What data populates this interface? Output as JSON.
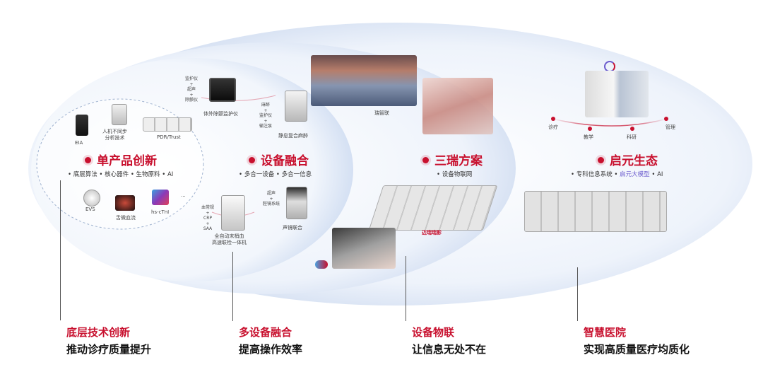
{
  "stages": [
    {
      "title": "单产品创新",
      "subtitle": "• 底层算法  • 核心器件  • 生物原料  • AI",
      "labels": {
        "eia": "EIA",
        "async_analysis": "人机不同步\n分析技术",
        "pdr": "PDR/Trust",
        "evs": "EVS",
        "tongue_blood": "舌微血流",
        "hs_ctni": "hs-cTnI",
        "ellipsis": "..."
      }
    },
    {
      "title": "设备融合",
      "subtitle": "• 多合一设备  • 多合一信息",
      "labels": {
        "defib": "体外除颤监护仪",
        "defib_stack": "监护仪\n+\n超声\n+\n除颤仪",
        "anesthesia": "静息复合麻醉",
        "anesthesia_stack": "麻醉\n+\n监护仪\n+\n输注泵",
        "analyzer": "全自动末梢血\n高速联检一体机",
        "analyzer_stack": "血常规\n+\nCRP\n+\nSAA",
        "ultrasound": "声镜联合",
        "ultrasound_stack": "超声\n+\n腔镜系统"
      }
    },
    {
      "title": "三瑞方案",
      "subtitle": "• 设备物联网",
      "labels": {
        "ruizhilian": "瑞智联",
        "ruiying": "迈瑞瑞影"
      }
    },
    {
      "title": "启元生态",
      "subtitle_prefix": "• 专科信息系统  •",
      "subtitle_highlight": "启元大模型",
      "subtitle_suffix": "• AI",
      "labels": {
        "diagnosis": "诊疗",
        "teaching": "教学",
        "research": "科研",
        "management": "管理"
      }
    }
  ],
  "bottom": [
    {
      "title": "底层技术创新",
      "subtitle": "推动诊疗质量提升"
    },
    {
      "title": "多设备融合",
      "subtitle": "提高操作效率"
    },
    {
      "title": "设备物联",
      "subtitle": "让信息无处不在"
    },
    {
      "title": "智慧医院",
      "subtitle": "实现高质量医疗均质化"
    }
  ],
  "colors": {
    "accent": "#c8102e",
    "ellipse_fill": "#dfe8f6",
    "text": "#111111"
  }
}
